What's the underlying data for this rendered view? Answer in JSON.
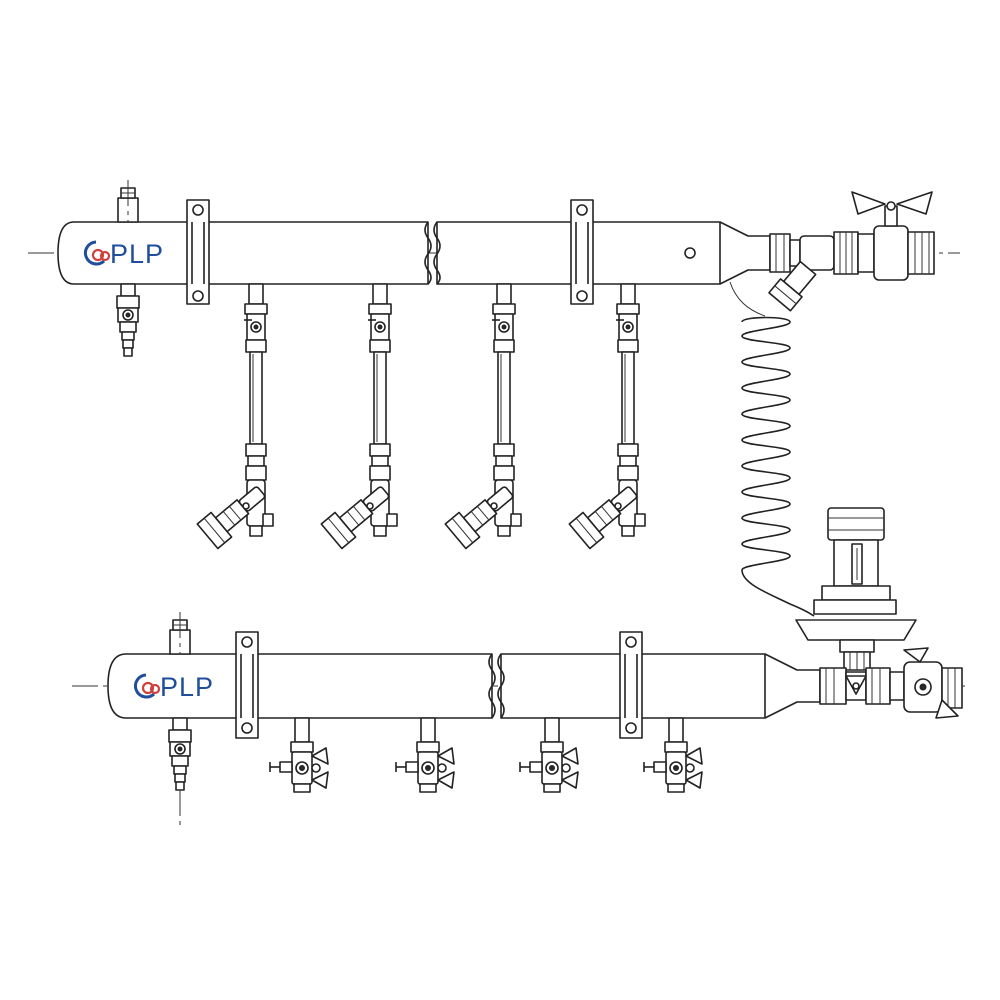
{
  "diagram": {
    "logo_text": "PLP",
    "colors": {
      "line": "#222222",
      "background": "#ffffff",
      "logo_blue": "#1f4e9c",
      "logo_red": "#d0413e"
    },
    "upper_manifold": {
      "branch_count": 4,
      "branch_fitting": "angled-balancing-valve",
      "inlet_fittings": [
        "ball-valve",
        "y-strainer"
      ],
      "end_fittings": [
        "air-vent",
        "drain-valve"
      ]
    },
    "lower_manifold": {
      "branch_count": 4,
      "branch_fitting": "ball-valve-with-butterfly-handle",
      "inlet_fittings": [
        "differential-pressure-regulator",
        "ball-valve"
      ],
      "end_fittings": [
        "air-vent",
        "drain-valve"
      ]
    },
    "capillary_coil": "impulse-tube"
  }
}
